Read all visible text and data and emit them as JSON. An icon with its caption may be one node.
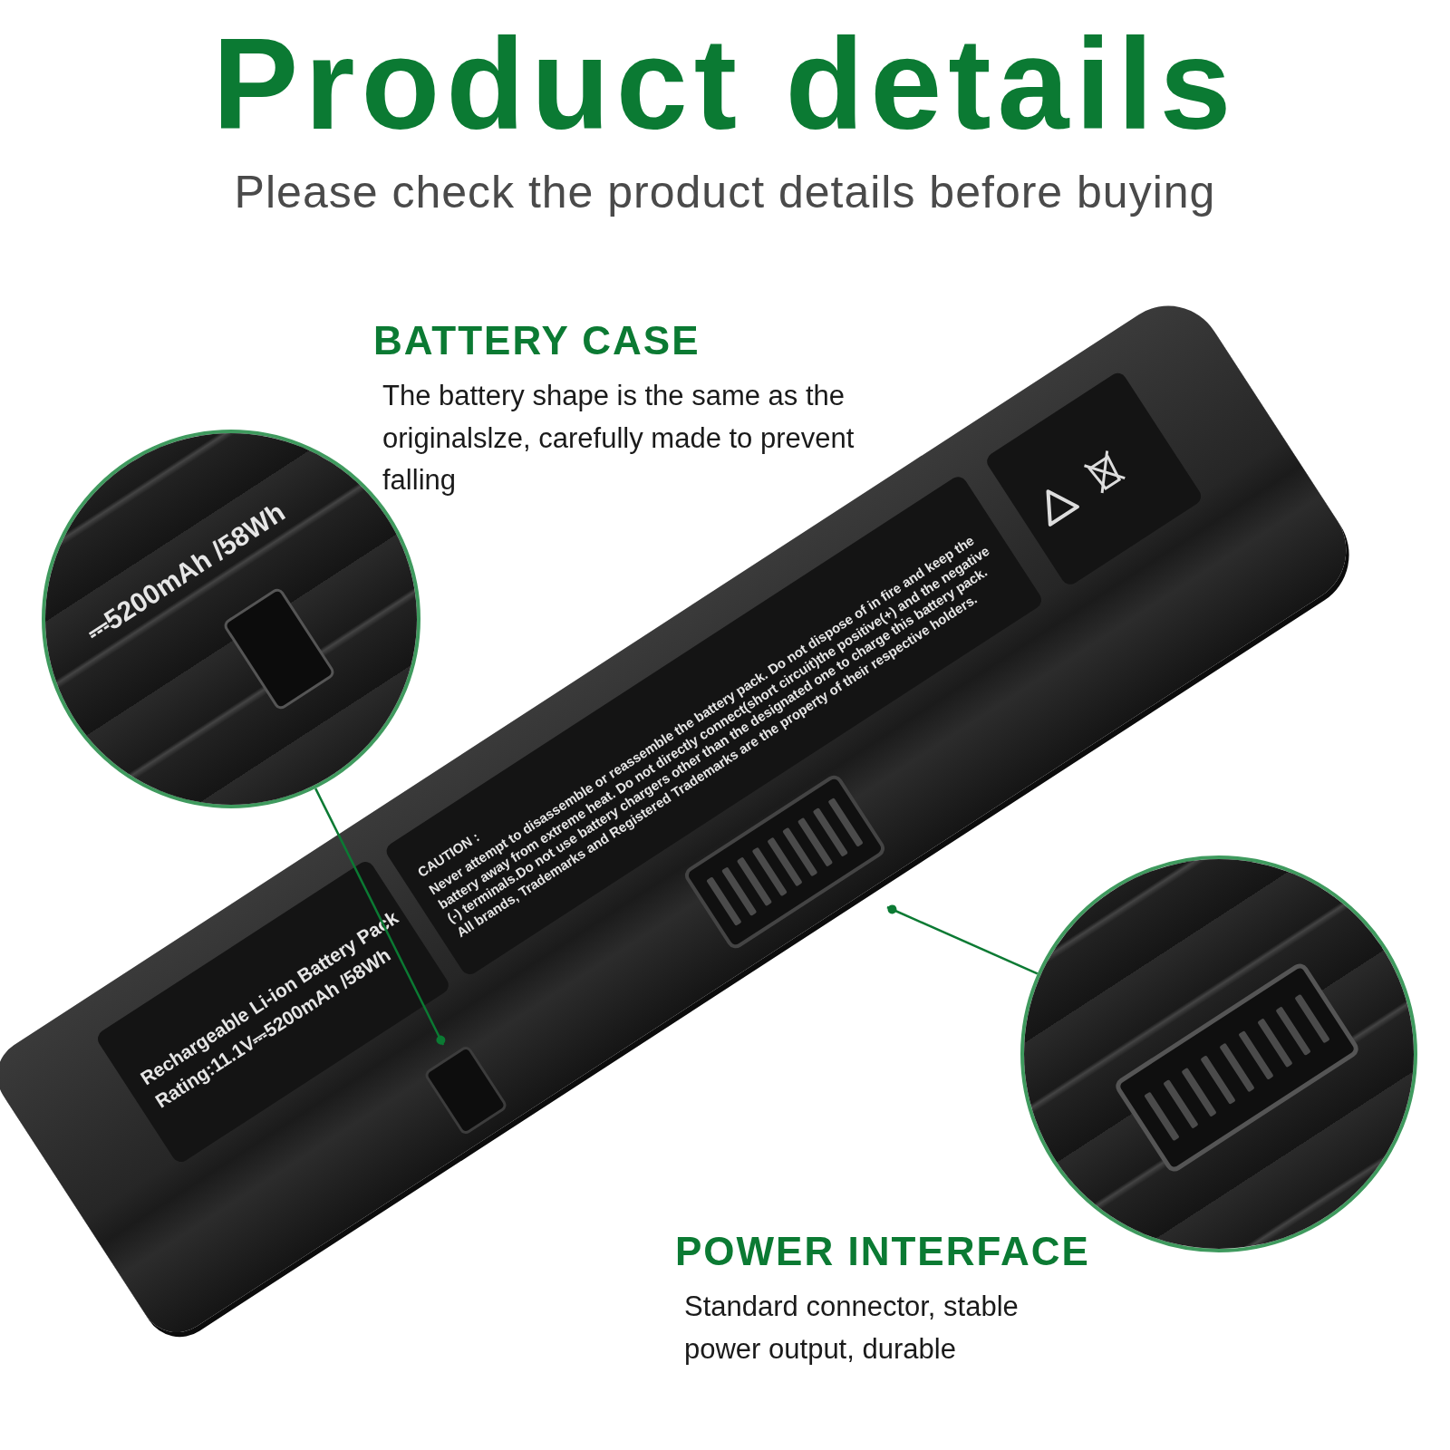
{
  "diagram": {
    "title": "Product details",
    "nodes": [
      {
        "text": [
          "BATTERY CASE",
          "The battery shape is the same as the originalslze, carefully made to prevent falling"
        ]
      },
      {
        "text": [],
        "shape": "picture"
      },
      {
        "text": [],
        "shape": "picture"
      },
      {
        "text": [],
        "shape": "box"
      },
      {
        "text": [],
        "shape": "picture"
      },
      {
        "text": [
          "POWER INTERFACE",
          "Standard connector, stable power output, durable"
        ]
      }
    ],
    "edges": [
      {
        "from": 1,
        "to": 3,
        "arrow": "other"
      },
      {
        "from": 2,
        "to": 4,
        "arrow": "other"
      }
    ],
    "labels": [
      "Please check the product details before buying",
      "⎓5200mAh /58Wh",
      "Rechargeable Li-ion Battery Pack",
      "Rating:11.1V⎓5200mAh /58Wh",
      "CAUTION :",
      "Never attempt to disassemble or reassemble the battery pack. Do not dispose of in fire and keep the battery away from extreme heat. Do not directly connect(short circuit)the positive(+) and the negative (-) terminals.Do not use battery chargers other than the designated one to charge this battery pack. All brands, Trademarks and Registered Trademarks are the property of their respective holders."
    ]
  }
}
